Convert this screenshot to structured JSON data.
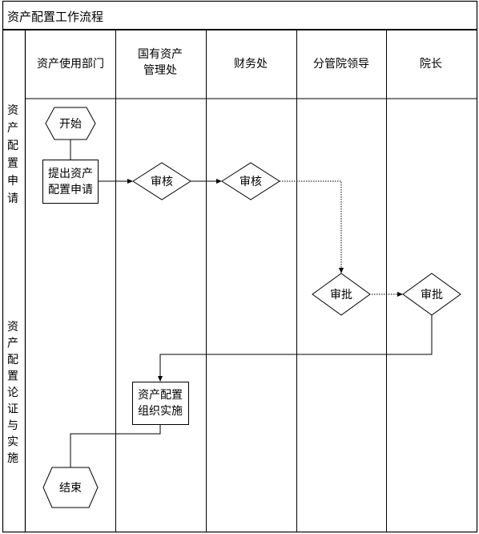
{
  "title": "资产配置工作流程",
  "lanes": [
    "资产使用部门",
    "国有资产\n管理处",
    "财务处",
    "分管院领导",
    "院长"
  ],
  "phases": [
    "资产配置申请",
    "资产配置论证与实施"
  ],
  "nodes": {
    "start": "开始",
    "apply": "提出资产\n配置申请",
    "review1": "审核",
    "review2": "审核",
    "approve1": "审批",
    "approve2": "审批",
    "implement": "资产配置\n组织实施",
    "end": "结束"
  },
  "colors": {
    "line": "#000000",
    "background": "#ffffff"
  }
}
